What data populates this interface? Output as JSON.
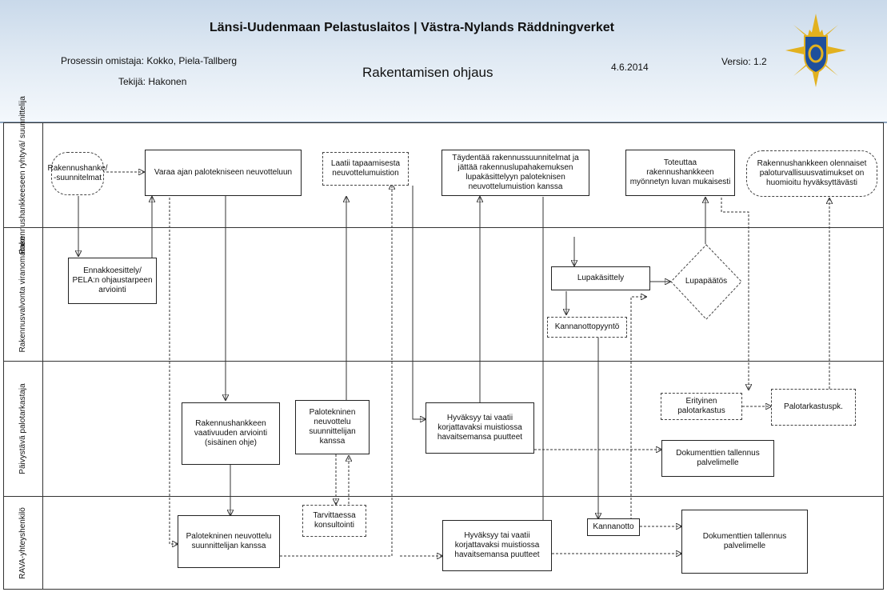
{
  "header": {
    "org_title": "Länsi-Uudenmaan Pelastuslaitos | Västra-Nylands Räddningverket",
    "owner": "Prosessin omistaja: Kokko, Piela-Tallberg",
    "author": "Tekijä: Hakonen",
    "process_title": "Rakentamisen ohjaus",
    "date": "4.6.2014",
    "version": "Versio: 1.2"
  },
  "lanes": [
    {
      "id": "lane1",
      "label": "Rakennushankkeeseen ryhtyvä/ suunnittelija"
    },
    {
      "id": "lane2",
      "label": "Rakennusvalvonta viranomainen"
    },
    {
      "id": "lane3",
      "label": "Päivystävä palotarkastaja"
    },
    {
      "id": "lane4",
      "label": "RAVA-yhteyshenkilö"
    }
  ],
  "nodes": {
    "n_start": "Rakennushanke/ -suunnitelmat",
    "n_varaa": "Varaa ajan palotekniseen neuvotteluun",
    "n_laatii": "Laatii tapaamisesta neuvottelumuistion",
    "n_taydentaa": "Täydentää rakennussuunnitelmat ja jättää rakennuslupahakemuksen lupakäsittelyyn paloteknisen neuvottelumuistion kanssa",
    "n_toteuttaa": "Toteuttaa rakennushankkeen myönnetyn luvan mukaisesti",
    "n_end": "Rakennushankkeen olennaiset paloturvallisuusvatimukset on huomioitu hyväksyttävästi",
    "n_ennakko": "Ennakkoesittely/ PELA:n ohjaustarpeen arviointi",
    "n_lupakasittely": "Lupakäsittely",
    "n_lupapaatos": "Lupapäätös",
    "n_kannanottopyynto": "Kannanottopyyntö",
    "n_vaativuus": "Rakennushankkeen vaativuuden arviointi (sisäinen ohje)",
    "n_palotek3": "Palotekninen neuvottelu suunnittelijan kanssa",
    "n_hyvaksyy3": "Hyväksyy tai vaatii korjattavaksi muistiossa havaitsemansa puutteet",
    "n_erityinen": "Erityinen palotarkastus",
    "n_palotarkastuspk": "Palotarkastuspk.",
    "n_dok3": "Dokumenttien tallennus palvelimelle",
    "n_tarvittaessa": "Tarvittaessa konsultointi",
    "n_palotek4": "Palotekninen neuvottelu suunnittelijan kanssa",
    "n_hyvaksyy4": "Hyväksyy tai vaatii korjattavaksi muistiossa havaitsemansa puutteet",
    "n_kannanotto": "Kannanotto",
    "n_dok4": "Dokumenttien tallennus palvelimelle"
  },
  "colors": {
    "header_top": "#c9d9ea",
    "header_bottom": "#f4f8fc",
    "emblem_gold": "#e2b11f",
    "emblem_blue": "#1e4f9c"
  },
  "icons": {
    "emblem": "rescue-department-emblem"
  }
}
